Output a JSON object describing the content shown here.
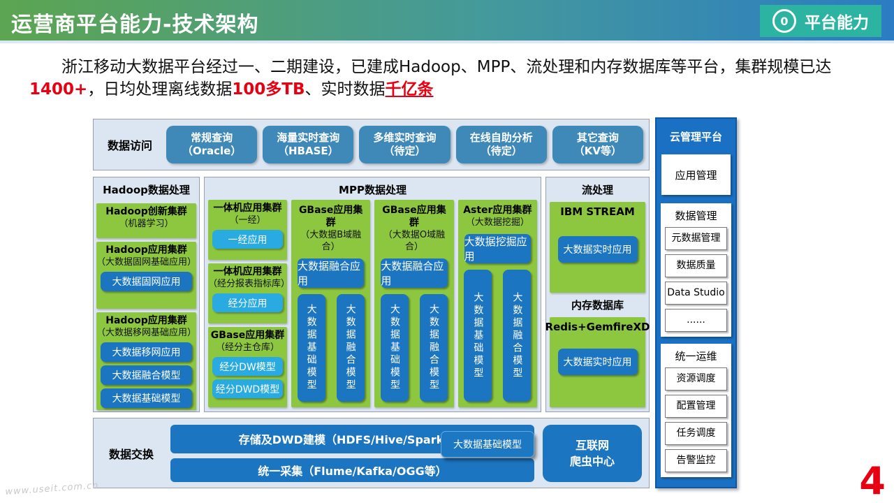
{
  "header": {
    "title": "运营商平台能力-技术架构",
    "badge_number": "0",
    "badge_label": "平台能力"
  },
  "intro": {
    "line1": "浙江移动大数据平台经过一、二期建设，已建成Hadoop、MPP、流处理和内存数据库等平台，集群规模已达",
    "red1": "1400+",
    "mid1": "，日均处理离线数据",
    "red2": "100多TB",
    "mid2": "、实时数据",
    "red3": "千亿条"
  },
  "access": {
    "label": "数据访问",
    "buttons": [
      {
        "line1": "常规查询",
        "line2": "（Oracle）"
      },
      {
        "line1": "海量实时查询",
        "line2": "（HBASE）"
      },
      {
        "line1": "多维实时查询",
        "line2": "（待定）"
      },
      {
        "line1": "在线自助分析",
        "line2": "（待定）"
      },
      {
        "line1": "其它查询",
        "line2": "（KV等）"
      }
    ]
  },
  "hadoop": {
    "title": "Hadoop数据处理",
    "clusters": [
      {
        "name": "Hadoop创新集群",
        "sub": "（机器学习）"
      },
      {
        "name": "Hadoop应用集群",
        "sub": "（大数据固网基础应用）",
        "apps": [
          "大数据固网应用"
        ]
      },
      {
        "name": "Hadoop应用集群",
        "sub": "（大数据移网基础应用）",
        "apps": [
          "大数据移网应用",
          "大数据融合模型",
          "大数据基础模型"
        ]
      }
    ]
  },
  "mpp": {
    "title": "MPP数据处理",
    "left_clusters": [
      {
        "name": "一体机应用集群",
        "sub": "（一经）",
        "apps": [
          "一经应用"
        ]
      },
      {
        "name": "一体机应用集群",
        "sub": "（经分报表指标库）",
        "apps": [
          "经分应用"
        ]
      },
      {
        "name": "GBase应用集群",
        "sub": "（经分主仓库）",
        "apps": [
          "经分DW模型",
          "经分DWD模型"
        ]
      }
    ],
    "clusters": [
      {
        "name": "GBase应用集群",
        "sub": "（大数据B域融合）",
        "app": "大数据融合应用",
        "pillar1": "大数据基础模型",
        "pillar2": "大数据融合模型"
      },
      {
        "name": "GBase应用集群",
        "sub": "（大数据O域融合）",
        "app": "大数据融合应用",
        "pillar1": "大数据基础模型",
        "pillar2": "大数据融合模型"
      },
      {
        "name": "Aster应用集群",
        "sub": "（大数据挖掘）",
        "app": "大数据挖掘应用",
        "pillar1": "大数据基础模型",
        "pillar2": "大数据融合模型"
      }
    ]
  },
  "stream": {
    "title": "流处理",
    "cluster1_name": "IBM  STREAM",
    "cluster1_app": "大数据实时应用",
    "title2": "内存数据库",
    "cluster2_name": "Redis+GemfireXD",
    "cluster2_app": "大数据实时应用"
  },
  "exchange": {
    "label": "数据交换",
    "bar1": "存储及DWD建模（HDFS/Hive/Spark等）",
    "overlay_button": "大数据基础模型",
    "bar2": "统一采集（Flume/Kafka/OGG等）",
    "crawler_line1": "互联网",
    "crawler_line2": "爬虫中心"
  },
  "cloud": {
    "title": "云管理平台",
    "app_box": "应用管理",
    "data_mgmt": {
      "label": "数据管理",
      "items": [
        "元数据管理",
        "数据质量",
        "Data Studio",
        "......"
      ]
    },
    "ops": {
      "label": "统一运维",
      "items": [
        "资源调度",
        "配置管理",
        "任务调度",
        "告警监控"
      ]
    }
  },
  "footer": {
    "watermark": "www.useit.com.cn",
    "page_number": "4"
  },
  "colors": {
    "header_green": "#5ca551",
    "header_blue": "#2b7cc2",
    "badge_teal": "#2db3a2",
    "panel_bg": "#dce6f2",
    "cluster_green": "#8dc63f",
    "button_dark_blue": "#1b75c0",
    "button_cyan": "#29abe2",
    "access_button_blue": "#3e89b8",
    "sidebar_blue": "#1a70c2",
    "accent_red": "#e60012"
  }
}
